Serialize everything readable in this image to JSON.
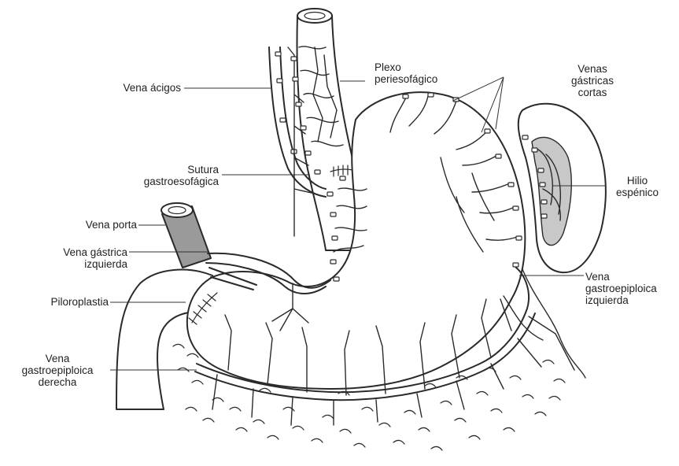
{
  "labels": {
    "vena_acigos": "Vena ácigos",
    "plexo": "Plexo\nperiesofágico",
    "venas_gastricas_cortas": "Venas\ngástricas\ncortas",
    "sutura": "Sutura\ngastroesofágica",
    "hilio": "Hilio\nespénico",
    "vena_porta": "Vena porta",
    "vena_gastrica_izquierda": "Vena gástrica\nizquierda",
    "piloroplastia": "Piloroplastia",
    "vena_gastroepiploica_izquierda": "Vena\ngastroepiploica\nizquierda",
    "vena_gastroepiploica_derecha": "Vena\ngastroepiploica\nderecha"
  },
  "colors": {
    "line": "#2a2a2a",
    "portal_fill": "#9a9a9a",
    "hilum_fill": "#c8c8c8",
    "background": "#ffffff"
  }
}
